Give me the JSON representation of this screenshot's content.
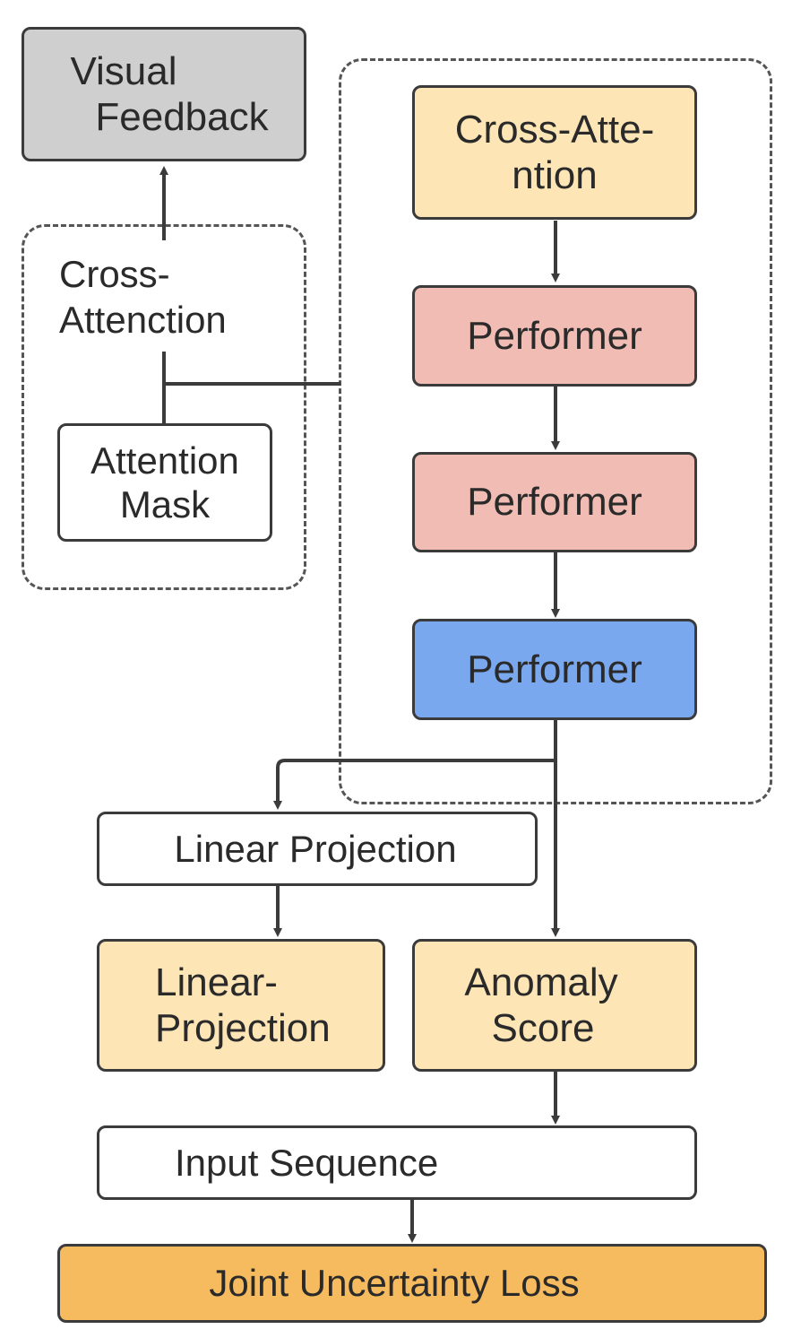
{
  "nodes": {
    "visual_feedback": {
      "line1": "Visual",
      "line2": "Feedback"
    },
    "cross_attention_left": {
      "line1": "Cross-",
      "line2": "Attenction"
    },
    "attention_mask": {
      "line1": "Attention",
      "line2": "Mask"
    },
    "cross_attention_top": {
      "line1": "Cross-Atte-",
      "line2": "ntion"
    },
    "performer_1": "Performer",
    "performer_2": "Performer",
    "performer_3": "Performer",
    "linear_projection": "Linear Projection",
    "linear_projection_2": {
      "line1": "Linear-",
      "line2": "Projection"
    },
    "anomaly_score": {
      "line1": "Anomaly",
      "line2": "Score"
    },
    "input_sequence": "Input Sequence",
    "joint_uncertainty_loss": "Joint Uncertainty Loss"
  },
  "colors": {
    "gray": "#cfcfcf",
    "cream": "#fde5b6",
    "red": "#f0bcb3",
    "blue": "#7aa8ee",
    "orange": "#f6bb5e",
    "line": "#3b3b3b"
  }
}
